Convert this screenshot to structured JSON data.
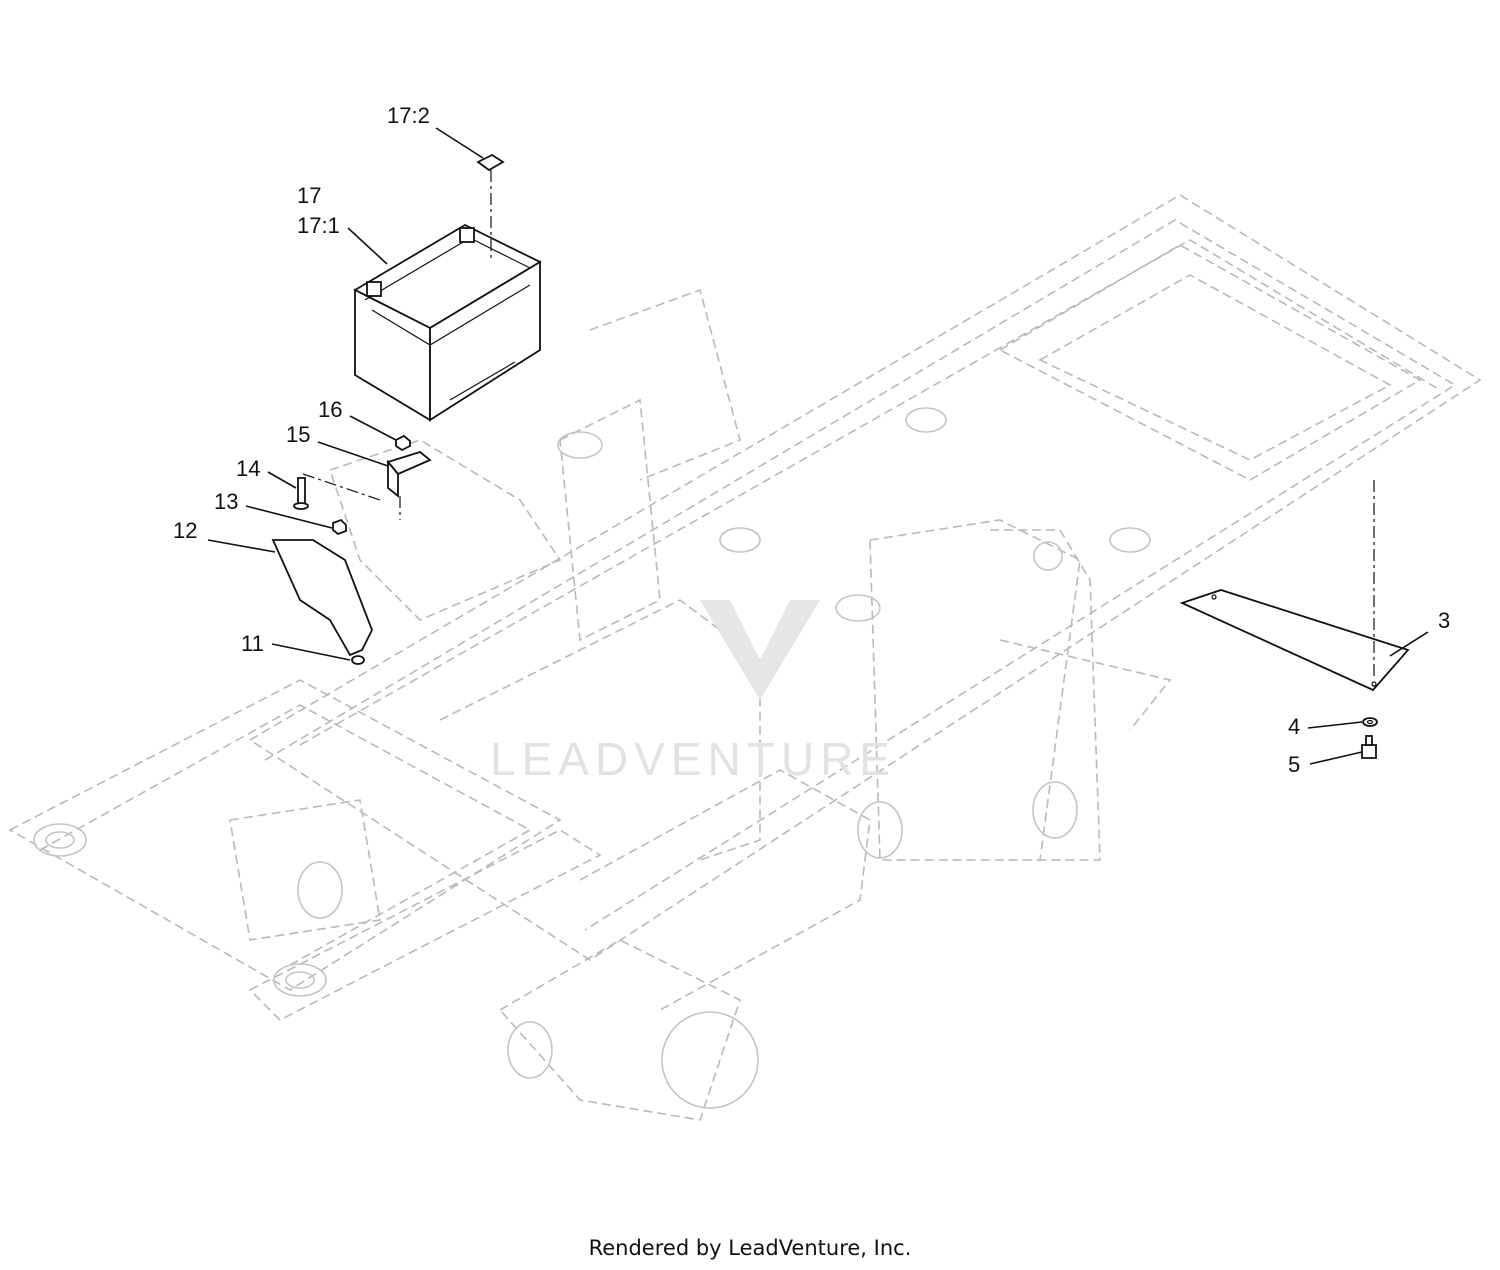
{
  "callouts": {
    "c17_2": "17:2",
    "c17": "17",
    "c17_1": "17:1",
    "c16": "16",
    "c15": "15",
    "c14": "14",
    "c13": "13",
    "c12": "12",
    "c11": "11",
    "c3": "3",
    "c4": "4",
    "c5": "5"
  },
  "watermark": "LEADVENTURE",
  "footer": "Rendered by LeadVenture, Inc."
}
